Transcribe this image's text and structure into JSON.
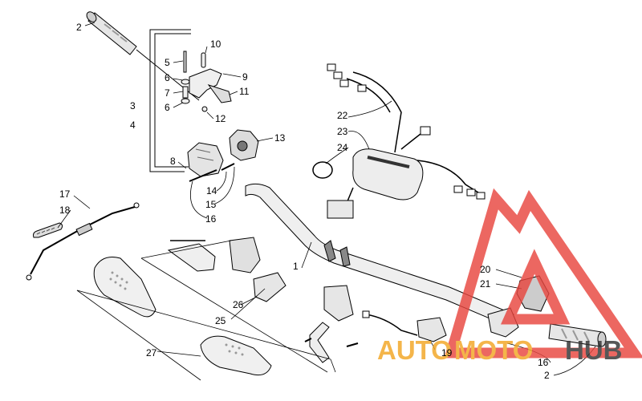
{
  "diagram": {
    "callouts": [
      {
        "id": "c1",
        "text": "1"
      },
      {
        "id": "c2a",
        "text": "2"
      },
      {
        "id": "c2b",
        "text": "2"
      },
      {
        "id": "c3",
        "text": "3"
      },
      {
        "id": "c4",
        "text": "4"
      },
      {
        "id": "c5",
        "text": "5"
      },
      {
        "id": "c6a",
        "text": "6"
      },
      {
        "id": "c6b",
        "text": "6"
      },
      {
        "id": "c7",
        "text": "7"
      },
      {
        "id": "c8",
        "text": "8"
      },
      {
        "id": "c9",
        "text": "9"
      },
      {
        "id": "c10",
        "text": "10"
      },
      {
        "id": "c11",
        "text": "11"
      },
      {
        "id": "c12",
        "text": "12"
      },
      {
        "id": "c13",
        "text": "13"
      },
      {
        "id": "c14",
        "text": "14"
      },
      {
        "id": "c15",
        "text": "15"
      },
      {
        "id": "c16a",
        "text": "16"
      },
      {
        "id": "c16b",
        "text": "16"
      },
      {
        "id": "c17",
        "text": "17"
      },
      {
        "id": "c18",
        "text": "18"
      },
      {
        "id": "c19",
        "text": "19"
      },
      {
        "id": "c20",
        "text": "20"
      },
      {
        "id": "c21",
        "text": "21"
      },
      {
        "id": "c22",
        "text": "22"
      },
      {
        "id": "c23",
        "text": "23"
      },
      {
        "id": "c24",
        "text": "24"
      },
      {
        "id": "c25",
        "text": "25"
      },
      {
        "id": "c26",
        "text": "26"
      },
      {
        "id": "c27",
        "text": "27"
      }
    ]
  },
  "watermark": {
    "part1": "AUTO",
    "part2": "MOTO",
    "part3": "HUB",
    "colors": {
      "triangle": "#e8463f",
      "auto": "#f2a623",
      "moto": "#f2a623",
      "hub": "#333333"
    }
  }
}
